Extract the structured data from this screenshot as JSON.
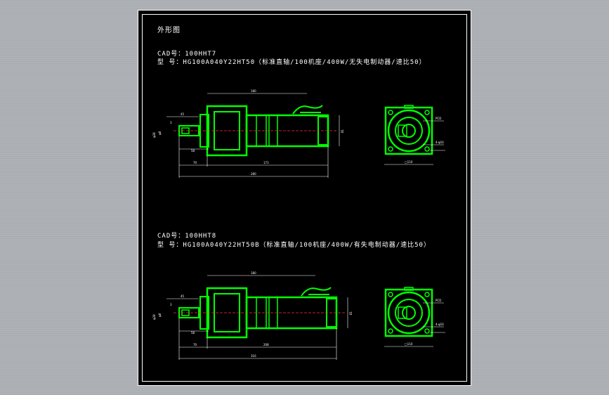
{
  "drawing": {
    "title": "外形图",
    "colors": {
      "outline": "#00ff00",
      "dimension": "#ffffff",
      "centerline": "#ff3030",
      "background": "#000000"
    },
    "views": [
      {
        "cad_line": "CAD号：100HHT7",
        "model_line": "型  号：HG100A040Y22HT50（标准直轴/100机座/400W/无失电制动器/速比50）",
        "dims": {
          "top": "180",
          "left_small": "45",
          "left_small2": "3",
          "left_seg": "58",
          "bottom_a": "70",
          "bottom_b": "171",
          "overall": "280",
          "right_h": "81",
          "dia_label": "φ28",
          "shaft_label": "φ8",
          "front_b": "□110",
          "front_r1": "4-φ10",
          "front_r2": "PCD"
        }
      },
      {
        "cad_line": "CAD号：100HHT8",
        "model_line": "型  号：HG100A040Y22HT50B（标准直轴/100机座/400W/有失电制动器/速比50）",
        "dims": {
          "top": "180",
          "left_small": "45",
          "left_small2": "3",
          "left_seg": "58",
          "bottom_a": "70",
          "bottom_b": "208",
          "overall": "316",
          "right_h": "81",
          "dia_label": "φ28",
          "shaft_label": "φ8",
          "front_b": "□110",
          "front_r1": "4-φ10",
          "front_r2": "PCD"
        }
      }
    ]
  }
}
